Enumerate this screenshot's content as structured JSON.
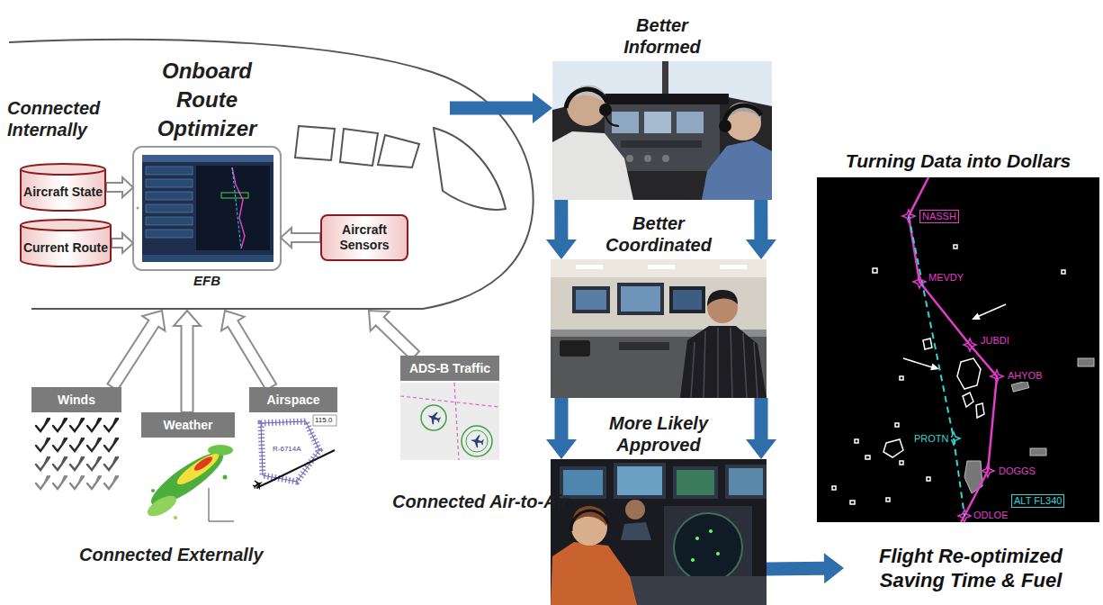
{
  "diagram": {
    "nodes": [
      {
        "text": [
          "Connected Internally"
        ]
      },
      {
        "text": [
          "Aircraft State"
        ],
        "in": 0
      },
      {
        "text": [
          "Current Route"
        ],
        "in": 0
      },
      {
        "text": [
          "Onboard Route Optimizer",
          "EFB"
        ],
        "in": 0
      },
      {
        "text": [
          "Aircraft Sensors"
        ],
        "in": 0
      },
      {
        "text": [
          "Winds"
        ]
      },
      {
        "text": [
          "Weather"
        ]
      },
      {
        "text": [
          "Airspace"
        ]
      },
      {
        "text": [
          "ADS-B Traffic"
        ]
      },
      {
        "text": [
          "Better Informed"
        ]
      },
      {
        "text": [
          "Better Coordinated"
        ]
      },
      {
        "text": [
          "More Likely Approved"
        ]
      },
      {
        "text": [
          "Turning Data into Dollars"
        ]
      },
      {
        "text": [
          "Flight Re-optimized Saving Time & Fuel"
        ]
      }
    ],
    "edges": [
      {
        "from": 1,
        "to": 3,
        "arrow": "to"
      },
      {
        "from": 2,
        "to": 3,
        "arrow": "to"
      },
      {
        "from": 4,
        "to": 3,
        "arrow": "to"
      },
      {
        "from": 5,
        "to": 0,
        "arrow": "to"
      },
      {
        "from": 6,
        "to": 0,
        "arrow": "to"
      },
      {
        "from": 7,
        "to": 0,
        "arrow": "to"
      },
      {
        "from": 8,
        "to": 0,
        "arrow": "to"
      },
      {
        "from": 0,
        "to": 9,
        "arrow": "to"
      },
      {
        "from": 9,
        "to": 10,
        "arrow": "to"
      },
      {
        "from": 9,
        "to": 10,
        "arrow": "to"
      },
      {
        "from": 10,
        "to": 11,
        "arrow": "to"
      },
      {
        "from": 10,
        "to": 11,
        "arrow": "to"
      },
      {
        "from": 11,
        "to": 13,
        "arrow": "to"
      }
    ],
    "labels": [
      "Connected Externally",
      "Connected Air-to-Air",
      "115.0",
      "R-6714A",
      "NASSH",
      "MEVDY",
      "JUBDI",
      "AHYOB",
      "PROTN",
      "DOGGS",
      "ODLOE",
      "ALT FL340"
    ]
  }
}
